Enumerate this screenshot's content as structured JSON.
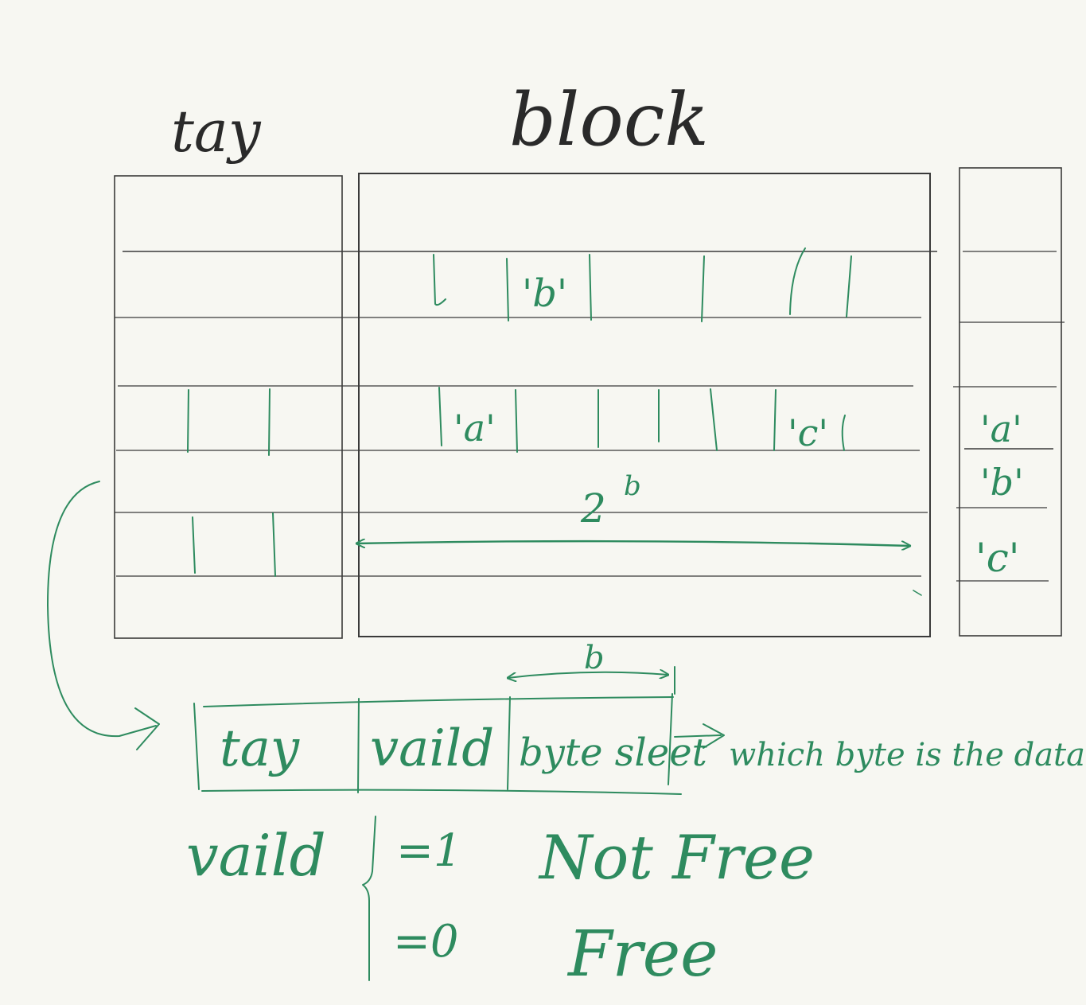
{
  "headings": {
    "tag": "tay",
    "block": "block"
  },
  "block_chars": {
    "row1_b": "'b'",
    "row3_a": "'a'",
    "row3_c": "'c'"
  },
  "side_chars": {
    "a": "'a'",
    "b": "'b'",
    "c": "'c'"
  },
  "block_width_label": {
    "base": "2",
    "exp": "b"
  },
  "address": {
    "fields": [
      "tay",
      "vaild",
      "byte sleet"
    ],
    "offset_bits_label": "b",
    "offset_note": "which byte is the data"
  },
  "valid_legend": {
    "label": "vaild",
    "cases": [
      {
        "value": "=1",
        "meaning": "Not Free"
      },
      {
        "value": "=0",
        "meaning": "Free"
      }
    ]
  },
  "colors": {
    "paper": "#f7f7f2",
    "black_ink": "#2a2a2a",
    "green_ink": "#2e8b5f"
  }
}
